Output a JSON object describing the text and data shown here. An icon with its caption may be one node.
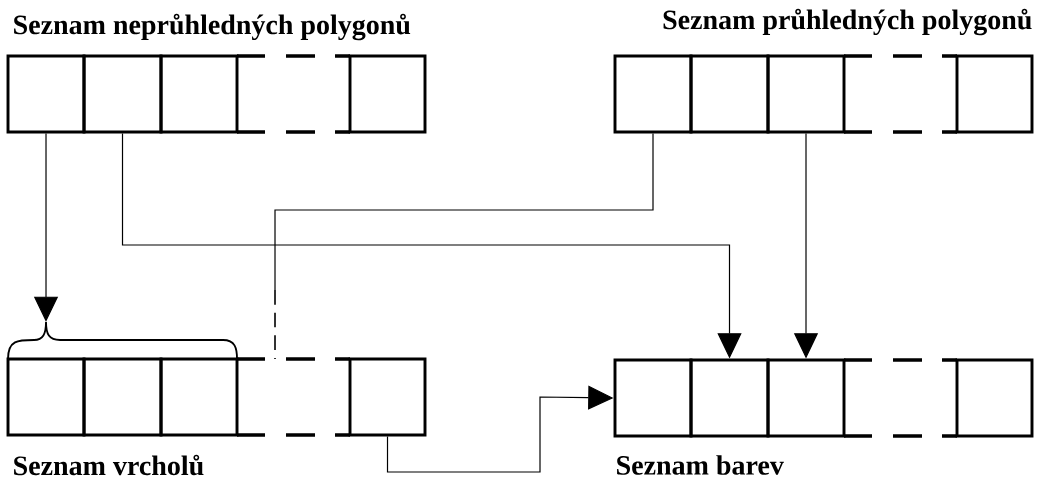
{
  "diagram": {
    "nodes": [
      {
        "text": [],
        "shape": "box"
      },
      {
        "text": [],
        "shape": "box"
      },
      {
        "text": [],
        "shape": "box"
      },
      {
        "text": [],
        "shape": "box"
      },
      {
        "text": [],
        "shape": "box"
      },
      {
        "text": [],
        "shape": "box"
      },
      {
        "text": [],
        "shape": "box"
      },
      {
        "text": [],
        "shape": "box"
      },
      {
        "text": [],
        "shape": "brace"
      },
      {
        "text": [],
        "shape": "box"
      },
      {
        "text": [],
        "shape": "box"
      },
      {
        "text": [],
        "shape": "box"
      },
      {
        "text": [],
        "shape": "box"
      },
      {
        "text": [],
        "shape": "box"
      },
      {
        "text": [],
        "shape": "box"
      },
      {
        "text": [],
        "shape": "box"
      },
      {
        "text": [],
        "shape": "box"
      }
    ],
    "edges": [
      {
        "from": 0,
        "to": 8,
        "arrow": "to"
      },
      {
        "from": 1,
        "to": 14,
        "arrow": "to"
      },
      {
        "from": 4,
        "to": null,
        "arrow": "none"
      },
      {
        "from": 6,
        "to": 15,
        "arrow": "to"
      },
      {
        "from": 12,
        "to": 13,
        "arrow": "to"
      }
    ],
    "labels": [
      "Seznam neprůhledných polygonů",
      "Seznam průhledných polygonů",
      "Seznam vrcholů",
      "Seznam barev"
    ]
  }
}
